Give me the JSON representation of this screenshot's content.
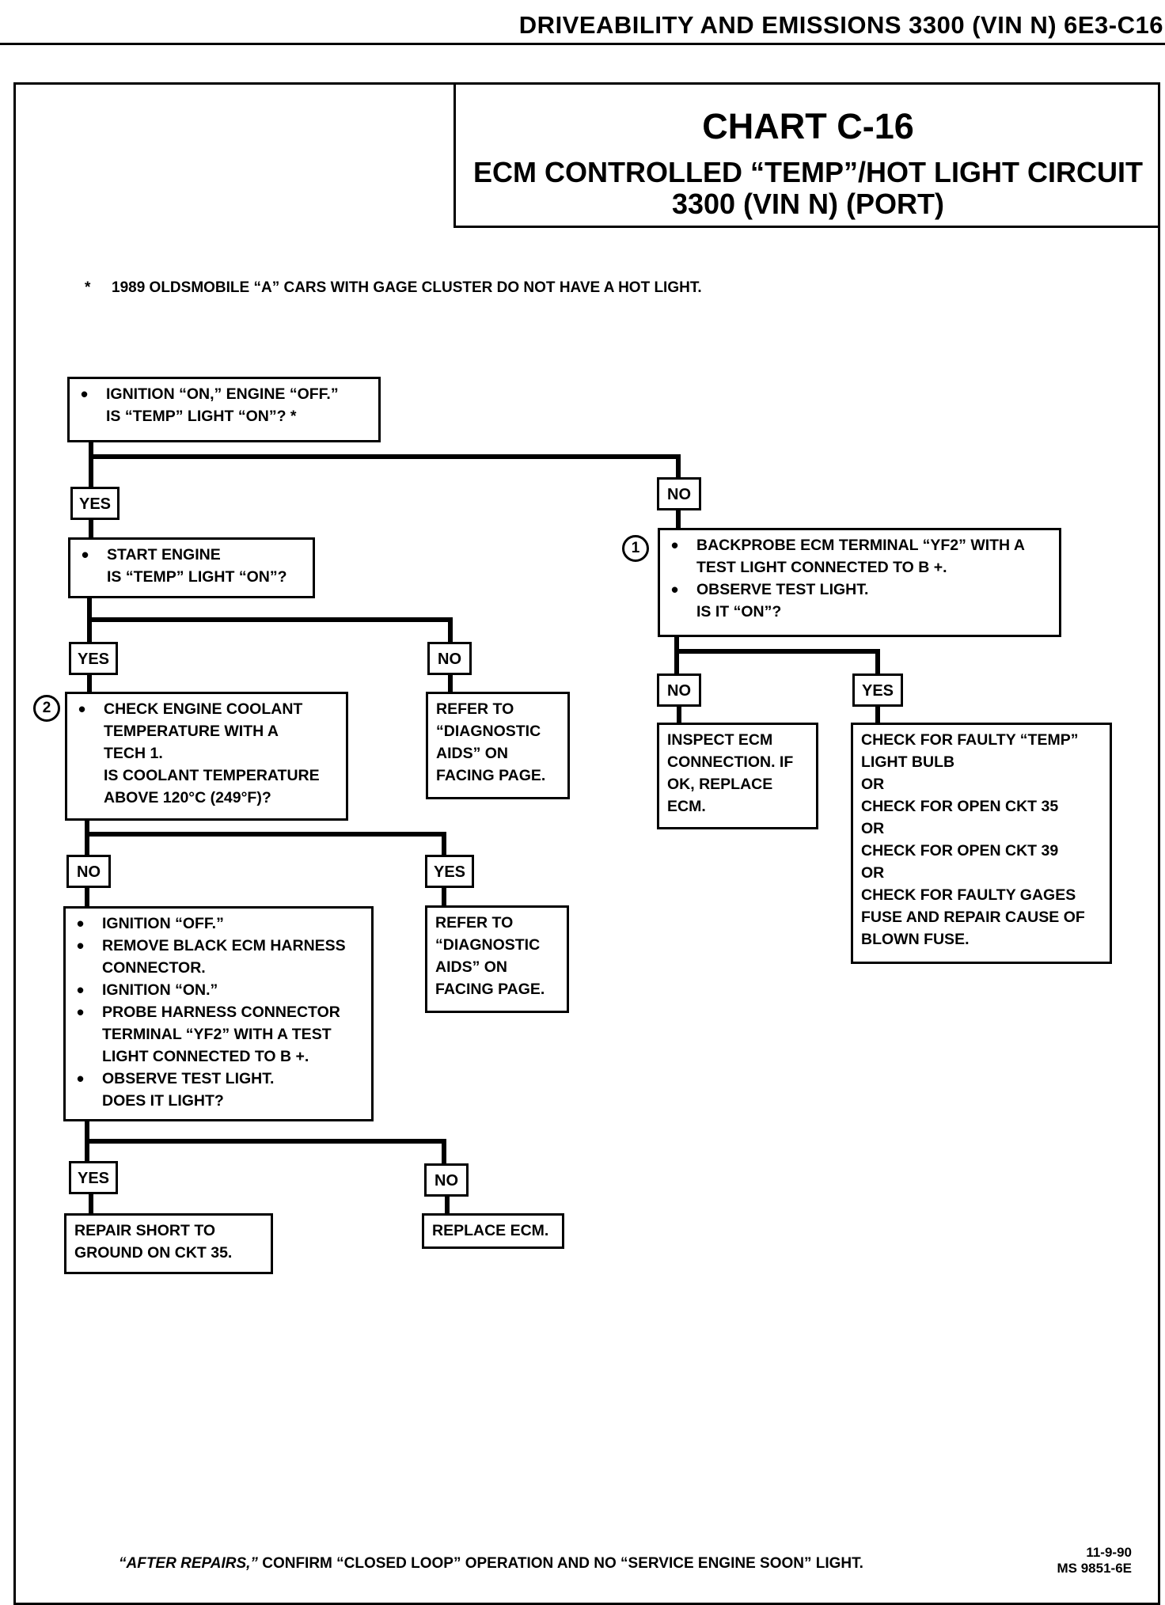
{
  "header": {
    "running_title": "DRIVEABILITY AND EMISSIONS  3300  (VIN N)  6E3-C16"
  },
  "title": {
    "chart": "CHART C-16",
    "line1": "ECM CONTROLLED “TEMP”/HOT LIGHT CIRCUIT",
    "line2": "3300  (VIN N)  (PORT)"
  },
  "note": {
    "marker": "*",
    "text": "1989 OLDSMOBILE “A” CARS WITH GAGE CLUSTER DO NOT HAVE A HOT LIGHT."
  },
  "boxes": {
    "start": [
      "IGNITION “ON,” ENGINE “OFF.”\nIS “TEMP” LIGHT “ON”? *"
    ],
    "start_engine": [
      "START ENGINE\nIS “TEMP” LIGHT “ON”?"
    ],
    "check_coolant": [
      "CHECK ENGINE COOLANT\nTEMPERATURE WITH A\nTECH 1.\nIS COOLANT TEMPERATURE\nABOVE 120°C (249°F)?"
    ],
    "refer_1": "REFER TO\n“DIAGNOSTIC\nAIDS” ON\nFACING PAGE.",
    "ignition_off": [
      "IGNITION “OFF.”",
      "REMOVE BLACK ECM HARNESS\nCONNECTOR.",
      "IGNITION “ON.”",
      "PROBE HARNESS CONNECTOR\nTERMINAL “YF2” WITH A TEST\nLIGHT CONNECTED TO B +.",
      "OBSERVE TEST LIGHT.\nDOES IT LIGHT?"
    ],
    "refer_2": "REFER TO\n“DIAGNOSTIC\nAIDS” ON\nFACING PAGE.",
    "repair_short": "REPAIR SHORT TO\nGROUND ON CKT 35.",
    "replace_ecm": "REPLACE ECM.",
    "backprobe": [
      "BACKPROBE ECM TERMINAL “YF2” WITH A\nTEST LIGHT CONNECTED TO B +.",
      "OBSERVE TEST LIGHT.\nIS IT “ON”?"
    ],
    "inspect_ecm": "INSPECT ECM\nCONNECTION.  IF\nOK, REPLACE\nECM.",
    "check_faulty": "CHECK FOR FAULTY “TEMP”\nLIGHT BULB\nOR\nCHECK FOR OPEN CKT 35\nOR\nCHECK FOR OPEN CKT 39\nOR\nCHECK FOR FAULTY GAGES\nFUSE AND REPAIR CAUSE OF\nBLOWN FUSE."
  },
  "labels": {
    "yes": "YES",
    "no": "NO"
  },
  "markers": {
    "one": "1",
    "two": "2"
  },
  "footer": {
    "italic": "“AFTER REPAIRS,”",
    "text": " CONFIRM “CLOSED LOOP” OPERATION AND NO “SERVICE ENGINE SOON” LIGHT.",
    "date": "11-9-90",
    "code": "MS 9851-6E"
  }
}
